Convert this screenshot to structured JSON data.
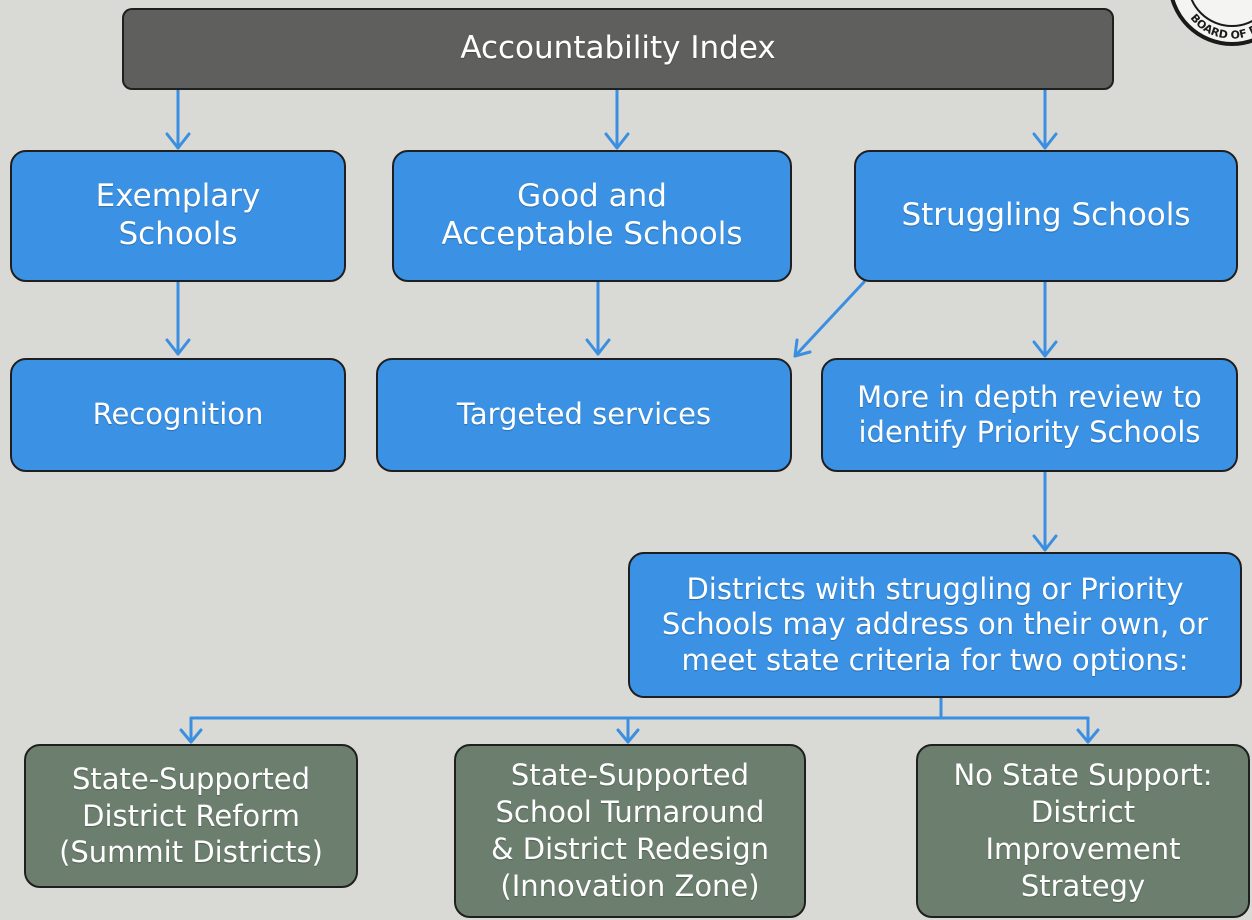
{
  "diagram": {
    "root": {
      "label": "Accountability Index"
    },
    "tier1": [
      {
        "label": "Exemplary\nSchools"
      },
      {
        "label": "Good and\nAcceptable Schools"
      },
      {
        "label": "Struggling Schools"
      }
    ],
    "tier2": [
      {
        "label": "Recognition"
      },
      {
        "label": "Targeted services"
      },
      {
        "label": "More in depth review to\nidentify Priority Schools"
      }
    ],
    "districts": {
      "label": "Districts with struggling or Priority\nSchools may address on their own, or\nmeet state criteria for two options:"
    },
    "options": [
      {
        "label": "State-Supported\nDistrict Reform\n(Summit Districts)"
      },
      {
        "label": "State-Supported\nSchool Turnaround\n& District Redesign\n(Innovation Zone)"
      },
      {
        "label": "No State Support:\nDistrict\nImprovement\nStrategy"
      }
    ],
    "seal_text": "BOARD OF E"
  },
  "colors": {
    "background": "#d9d9d6",
    "root_fill": "#5f5f5d",
    "blue_fill": "#3b92e4",
    "green_fill": "#6c7f6e",
    "connector": "#3b8fe0",
    "border": "#1f1f1f",
    "text": "#ffffff"
  }
}
